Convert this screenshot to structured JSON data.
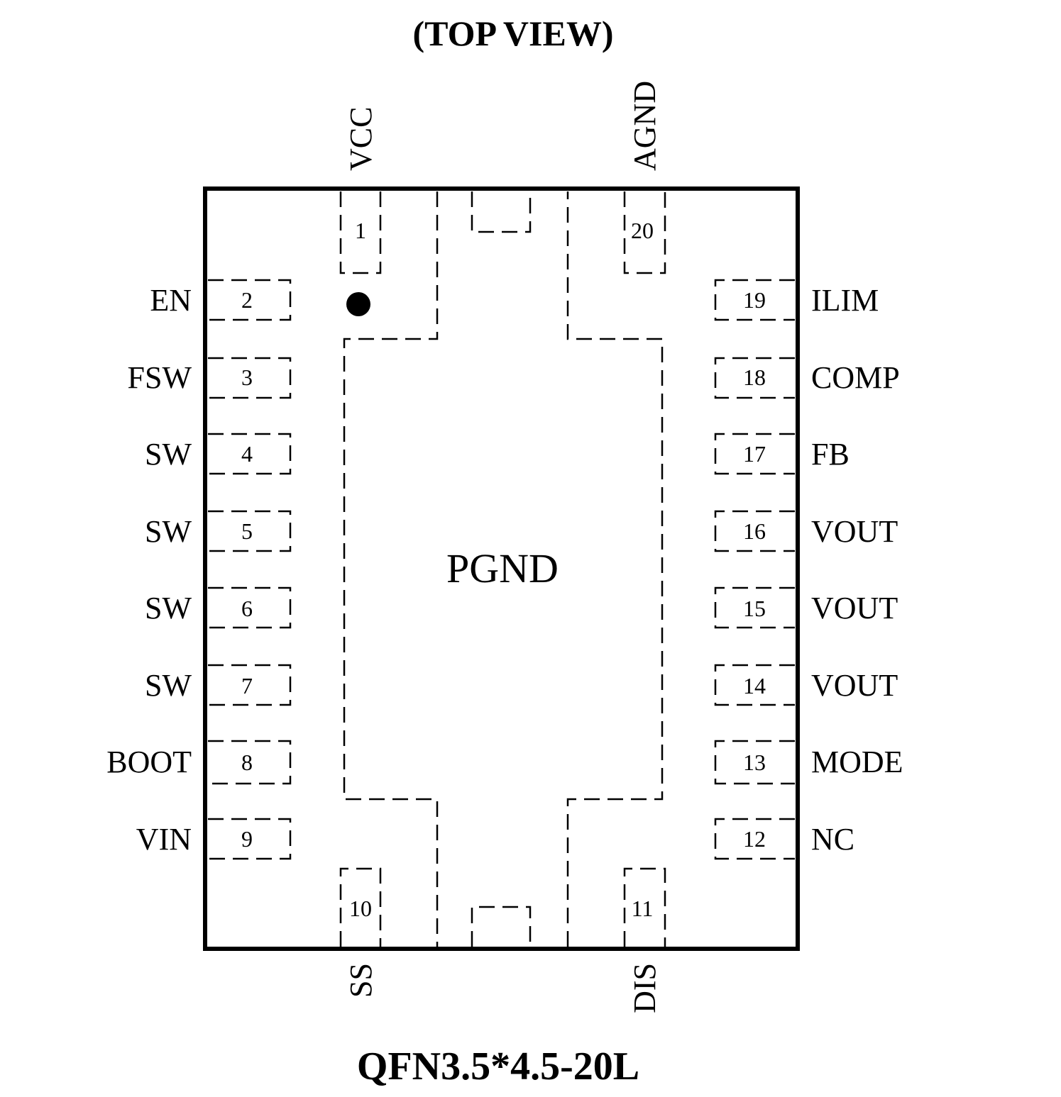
{
  "title": "(TOP VIEW)",
  "package": "QFN3.5*4.5-20L",
  "center_label": "PGND",
  "pins": {
    "top": [
      {
        "number": "1",
        "name": "VCC"
      },
      {
        "number": "20",
        "name": "AGND"
      }
    ],
    "left": [
      {
        "number": "2",
        "name": "EN"
      },
      {
        "number": "3",
        "name": "FSW"
      },
      {
        "number": "4",
        "name": "SW"
      },
      {
        "number": "5",
        "name": "SW"
      },
      {
        "number": "6",
        "name": "SW"
      },
      {
        "number": "7",
        "name": "SW"
      },
      {
        "number": "8",
        "name": "BOOT"
      },
      {
        "number": "9",
        "name": "VIN"
      }
    ],
    "right": [
      {
        "number": "19",
        "name": "ILIM"
      },
      {
        "number": "18",
        "name": "COMP"
      },
      {
        "number": "17",
        "name": "FB"
      },
      {
        "number": "16",
        "name": "VOUT"
      },
      {
        "number": "15",
        "name": "VOUT"
      },
      {
        "number": "14",
        "name": "VOUT"
      },
      {
        "number": "13",
        "name": "MODE"
      },
      {
        "number": "12",
        "name": "NC"
      }
    ],
    "bottom": [
      {
        "number": "10",
        "name": "SS"
      },
      {
        "number": "11",
        "name": "DIS"
      }
    ]
  }
}
